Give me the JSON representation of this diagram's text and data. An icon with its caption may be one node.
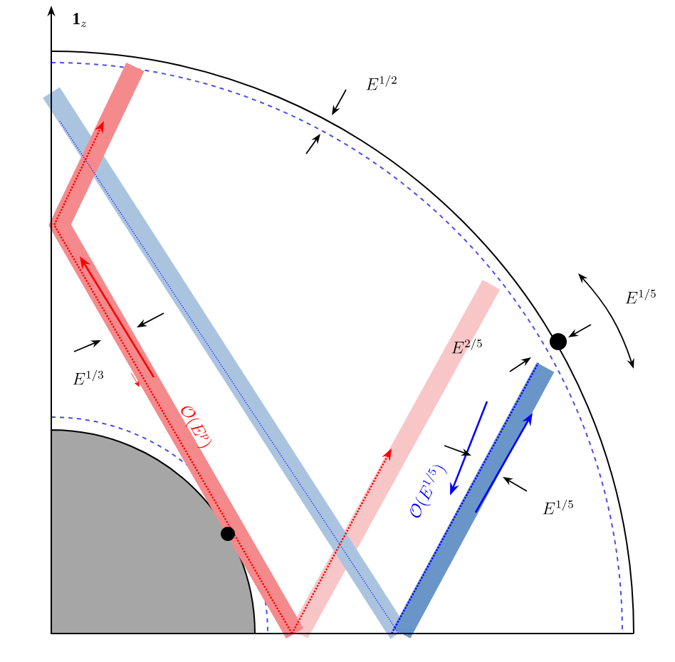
{
  "diagram": {
    "labels": [
      "\\mathbf{1}_z",
      "E^{1/2}",
      "E^{1/5}",
      "E^{1/3}",
      "\\mathcal{O}(E^{p})",
      "E^{2/5}",
      "\\mathcal{O}(E^{1/5})",
      "E^{1/5}"
    ]
  }
}
